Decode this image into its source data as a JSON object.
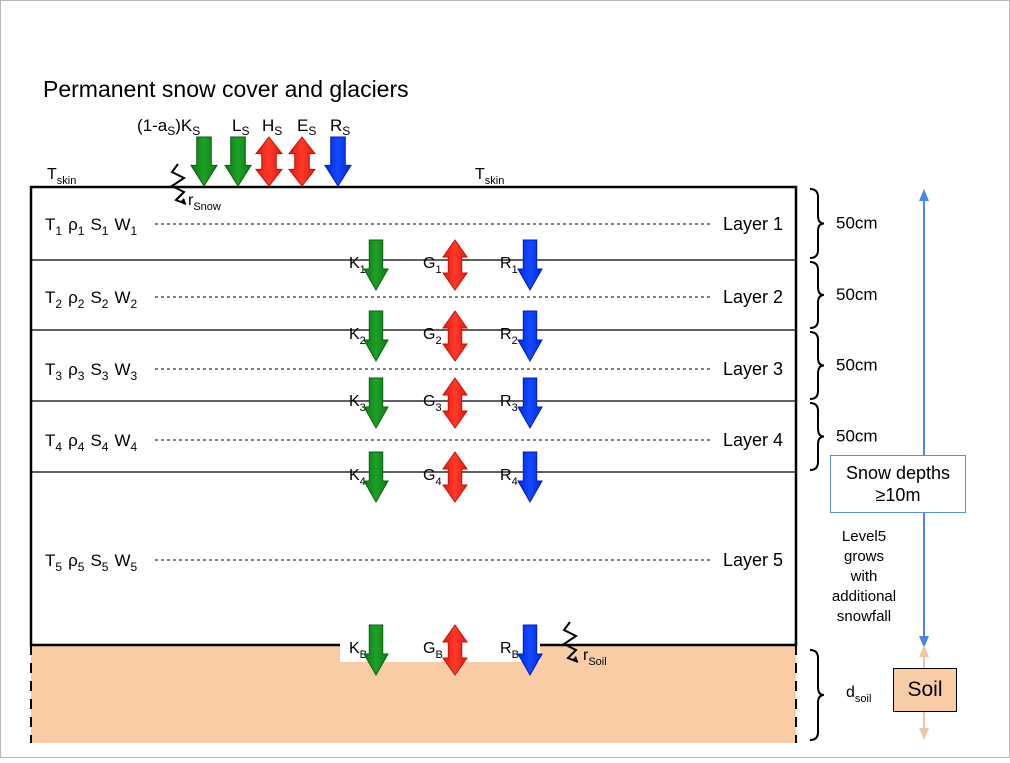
{
  "title": "Permanent snow cover and glaciers",
  "surface_fluxes": [
    {
      "main": "(1-a",
      "sub": "S",
      "tail": ")K",
      "sub2": "S",
      "color": "green",
      "dir": "down"
    },
    {
      "main": "L",
      "sub": "S",
      "color": "green",
      "dir": "down"
    },
    {
      "main": "H",
      "sub": "S",
      "color": "red",
      "dir": "both"
    },
    {
      "main": "E",
      "sub": "S",
      "color": "red",
      "dir": "both"
    },
    {
      "main": "R",
      "sub": "S",
      "color": "blue",
      "dir": "down"
    }
  ],
  "tskin_left": {
    "main": "T",
    "sub": "skin"
  },
  "tskin_right": {
    "main": "T",
    "sub": "skin"
  },
  "r_snow": {
    "main": "r",
    "sub": "Snow"
  },
  "r_soil": {
    "main": "r",
    "sub": "Soil"
  },
  "layers": [
    {
      "name": "Layer 1",
      "state_index": "1",
      "thickness": "50cm"
    },
    {
      "name": "Layer 2",
      "state_index": "2",
      "thickness": "50cm"
    },
    {
      "name": "Layer 3",
      "state_index": "3",
      "thickness": "50cm"
    },
    {
      "name": "Layer 4",
      "state_index": "4",
      "thickness": "50cm"
    },
    {
      "name": "Layer 5",
      "state_index": "5",
      "thickness": ""
    }
  ],
  "interface_fluxes": [
    {
      "k": "1",
      "g": "1",
      "r": "1"
    },
    {
      "k": "2",
      "g": "2",
      "r": "2"
    },
    {
      "k": "3",
      "g": "3",
      "r": "3"
    },
    {
      "k": "4",
      "g": "4",
      "r": "4"
    },
    {
      "k": "B",
      "g": "B",
      "r": "B"
    }
  ],
  "flux_letters": {
    "k": "K",
    "g": "G",
    "r": "R"
  },
  "state_symbols": {
    "t": "T",
    "rho": "ρ",
    "s": "S",
    "w": "W"
  },
  "layer5_note": [
    "Level5",
    "grows",
    "with",
    "additional",
    "snowfall"
  ],
  "snow_depth_box": [
    "Snow depths",
    "≥10m"
  ],
  "soil_label": "Soil",
  "d_soil": {
    "main": "d",
    "sub": "soil"
  },
  "colors": {
    "green": "#138a1c",
    "red": "#ff2b1f",
    "blue": "#0a3cff",
    "soil": "#f8cda6",
    "depth_arrow": "#4a86e8",
    "soil_arrow": "#f6c9a4",
    "box_border": "#5b8fd4",
    "soil_box_border": "#000000"
  }
}
